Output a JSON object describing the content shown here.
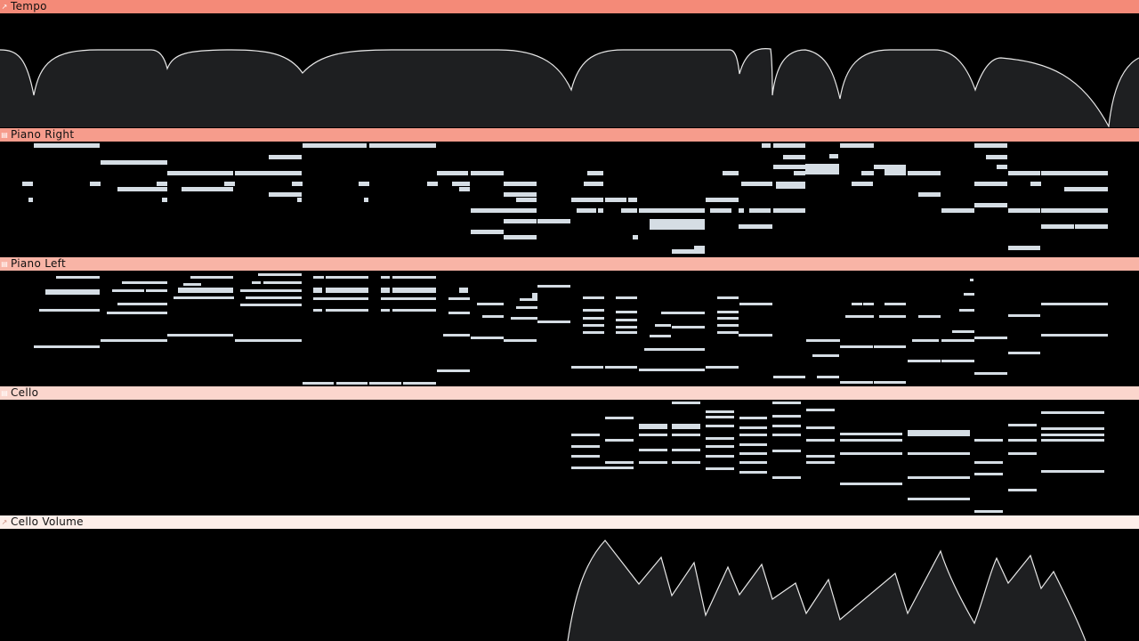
{
  "lanes": [
    {
      "name": "Tempo",
      "icon": "curve-icon",
      "color": "#f48a78"
    },
    {
      "name": "Piano Right",
      "icon": "expand-icon",
      "color": "#f69c8c"
    },
    {
      "name": "Piano Left",
      "icon": "expand-icon",
      "color": "#f8b4a6"
    },
    {
      "name": "Cello",
      "icon": "expand-icon",
      "color": "#fbd6cd"
    },
    {
      "name": "Cello Volume",
      "icon": "curve-icon",
      "color": "#fdeee9"
    }
  ]
}
